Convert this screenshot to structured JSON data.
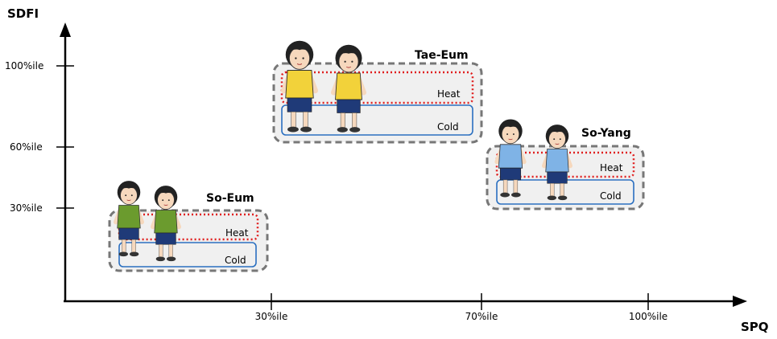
{
  "axes": {
    "y_title": "SDFI",
    "x_title": "SPQ",
    "y_ticks": [
      "100%ile",
      "60%ile",
      "30%ile"
    ],
    "x_ticks": [
      "30%ile",
      "70%ile",
      "100%ile"
    ]
  },
  "groups": [
    {
      "name": "So-Eum",
      "heat_label": "Heat",
      "cold_label": "Cold",
      "color": "#6b9b2e"
    },
    {
      "name": "Tae-Eum",
      "heat_label": "Heat",
      "cold_label": "Cold",
      "color": "#f2d23a"
    },
    {
      "name": "So-Yang",
      "heat_label": "Heat",
      "cold_label": "Cold",
      "color": "#7fb3e6"
    }
  ],
  "colors": {
    "axis": "#000000",
    "outer_box": "#777777",
    "heat_box": "#e01f1f",
    "cold_box": "#2a6fc0",
    "panel_fill": "#f0f0f0",
    "shorts": "#1f3a78"
  }
}
